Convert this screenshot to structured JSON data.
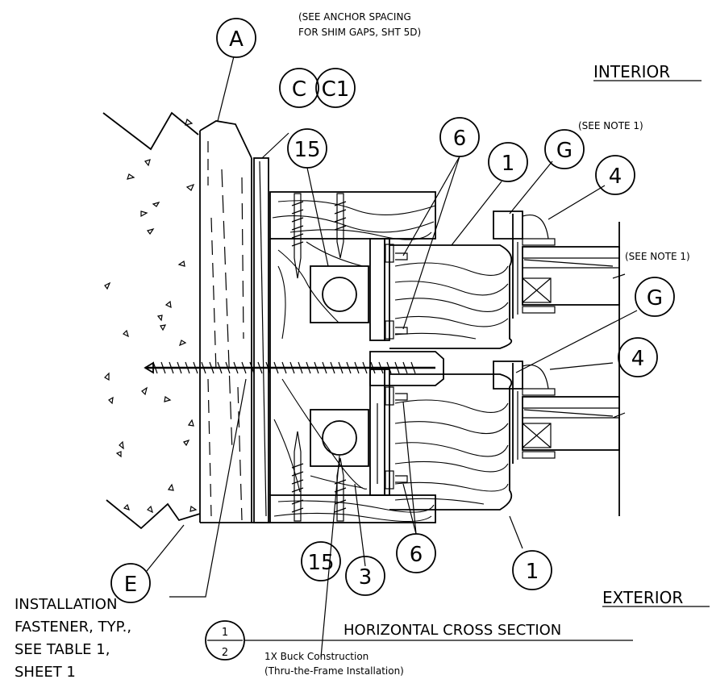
{
  "notes": {
    "anchor_spacing_line1": "(SEE ANCHOR SPACING",
    "anchor_spacing_line2": "FOR SHIM GAPS, SHT 5D)",
    "see_note_top": "(SEE NOTE 1)",
    "see_note_right": "(SEE NOTE 1)"
  },
  "sides": {
    "interior": "INTERIOR",
    "exterior": "EXTERIOR"
  },
  "callouts": {
    "A": "A",
    "C": "C",
    "C1": "C1",
    "15_top": "15",
    "6_top": "6",
    "1_top": "1",
    "G_top": "G",
    "4_top": "4",
    "G_mid": "G",
    "4_mid": "4",
    "E": "E",
    "15_bottom": "15",
    "3": "3",
    "6_bottom": "6",
    "1_bottom": "1"
  },
  "fastener_note": {
    "line1": "INSTALLATION",
    "line2": "FASTENER, TYP.,",
    "line3": "SEE TABLE 1,",
    "line4": "SHEET 1"
  },
  "title_block": {
    "detail_number": "1",
    "sheet_number": "2",
    "title": "HORIZONTAL CROSS SECTION",
    "subtitle1": "1X Buck Construction",
    "subtitle2": "(Thru-the-Frame Installation)"
  }
}
